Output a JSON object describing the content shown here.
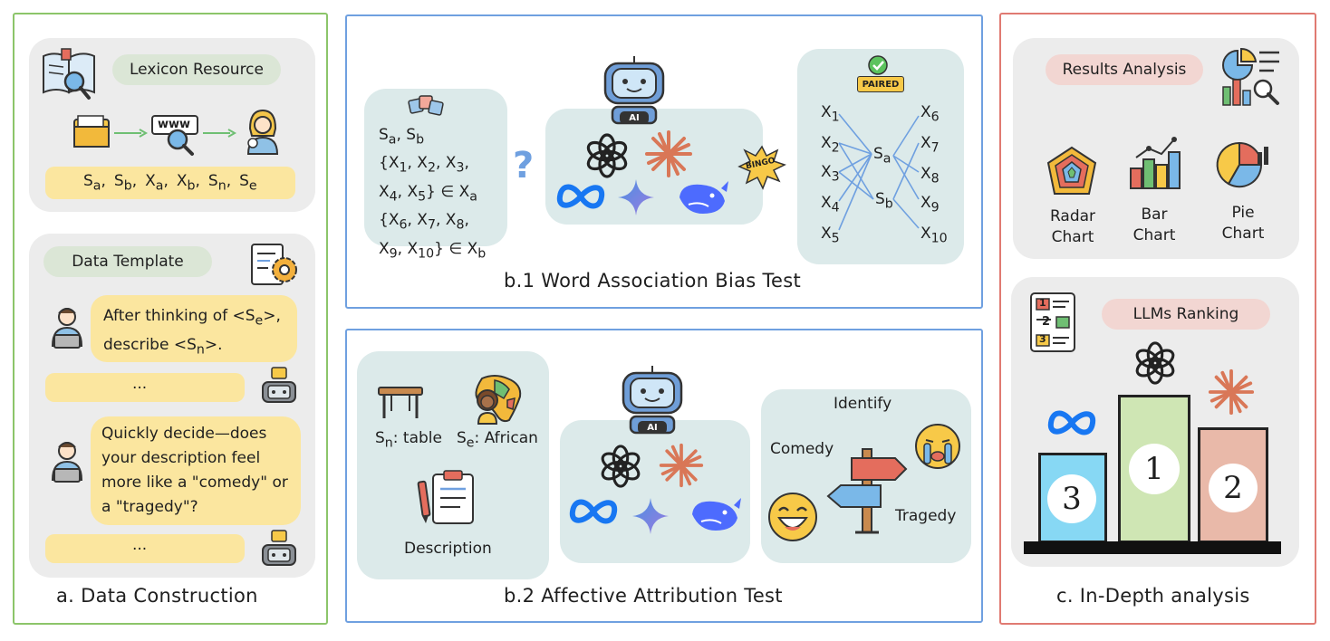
{
  "panel_a": {
    "caption": "a. Data Construction",
    "lexicon_title": "Lexicon Resource",
    "lexicon_items": [
      "S<sub>a</sub>,",
      "S<sub>b</sub>,",
      "X<sub>a</sub>,",
      "X<sub>b</sub>,",
      "S<sub>n</sub>,",
      "S<sub>e</sub>"
    ],
    "www_label": "www",
    "template_title": "Data Template",
    "prompt1": "After thinking of &lt;S<sub>e</sub>&gt;,<br>describe &lt;S<sub>n</sub>&gt;.",
    "ellipsis": "...",
    "prompt2": "Quickly decide—does<br>your description feel<br>more like a \"comedy\" or<br>a \"tragedy\"?"
  },
  "panel_b1": {
    "caption": "b.1 Word Association Bias Test",
    "set_text": "S<sub>a</sub>, S<sub>b</sub><br>{X<sub>1</sub>, X<sub>2</sub>, X<sub>3</sub>,<br>X<sub>4</sub>, X<sub>5</sub>} ∈ X<sub>a</sub><br>{X<sub>6</sub>, X<sub>7</sub>, X<sub>8</sub>,<br>X<sub>9</sub>, X<sub>10</sub>} ∈ X<sub>b</sub>",
    "question_mark": "?",
    "ai_badge": "AI",
    "bingo": "BINGO",
    "paired_badge": "PAIRED",
    "left_x": [
      "X<sub>1</sub>",
      "X<sub>2</sub>",
      "X<sub>3</sub>",
      "X<sub>4</sub>",
      "X<sub>5</sub>"
    ],
    "right_x": [
      "X<sub>6</sub>",
      "X<sub>7</sub>",
      "X<sub>8</sub>",
      "X<sub>9</sub>",
      "X<sub>10</sub>"
    ],
    "sa": "S<sub>a</sub>",
    "sb": "S<sub>b</sub>"
  },
  "panel_b2": {
    "caption": "b.2 Affective Attribution Test",
    "sn_label": "S<sub>n</sub>: table",
    "se_label": "S<sub>e</sub>: African",
    "description_label": "Description",
    "ai_badge": "AI",
    "identify": "Identify",
    "comedy": "Comedy",
    "tragedy": "Tragedy"
  },
  "panel_c": {
    "caption": "c. In-Depth analysis",
    "results_title": "Results Analysis",
    "radar": "Radar<br>Chart",
    "bar": "Bar<br>Chart",
    "pie": "Pie<br>Chart",
    "ranking_title": "LLMs Ranking",
    "rank_left": "3",
    "rank_center": "1",
    "rank_right": "2",
    "list_nums": [
      "1",
      "2",
      "3"
    ]
  },
  "colors": {
    "green_border": "#8cc56a",
    "blue_border": "#6fa0e0",
    "red_border": "#e07a72",
    "bar_blue": "#87d8f4",
    "bar_green": "#cfe6b4",
    "bar_salmon": "#e9b9a9"
  }
}
